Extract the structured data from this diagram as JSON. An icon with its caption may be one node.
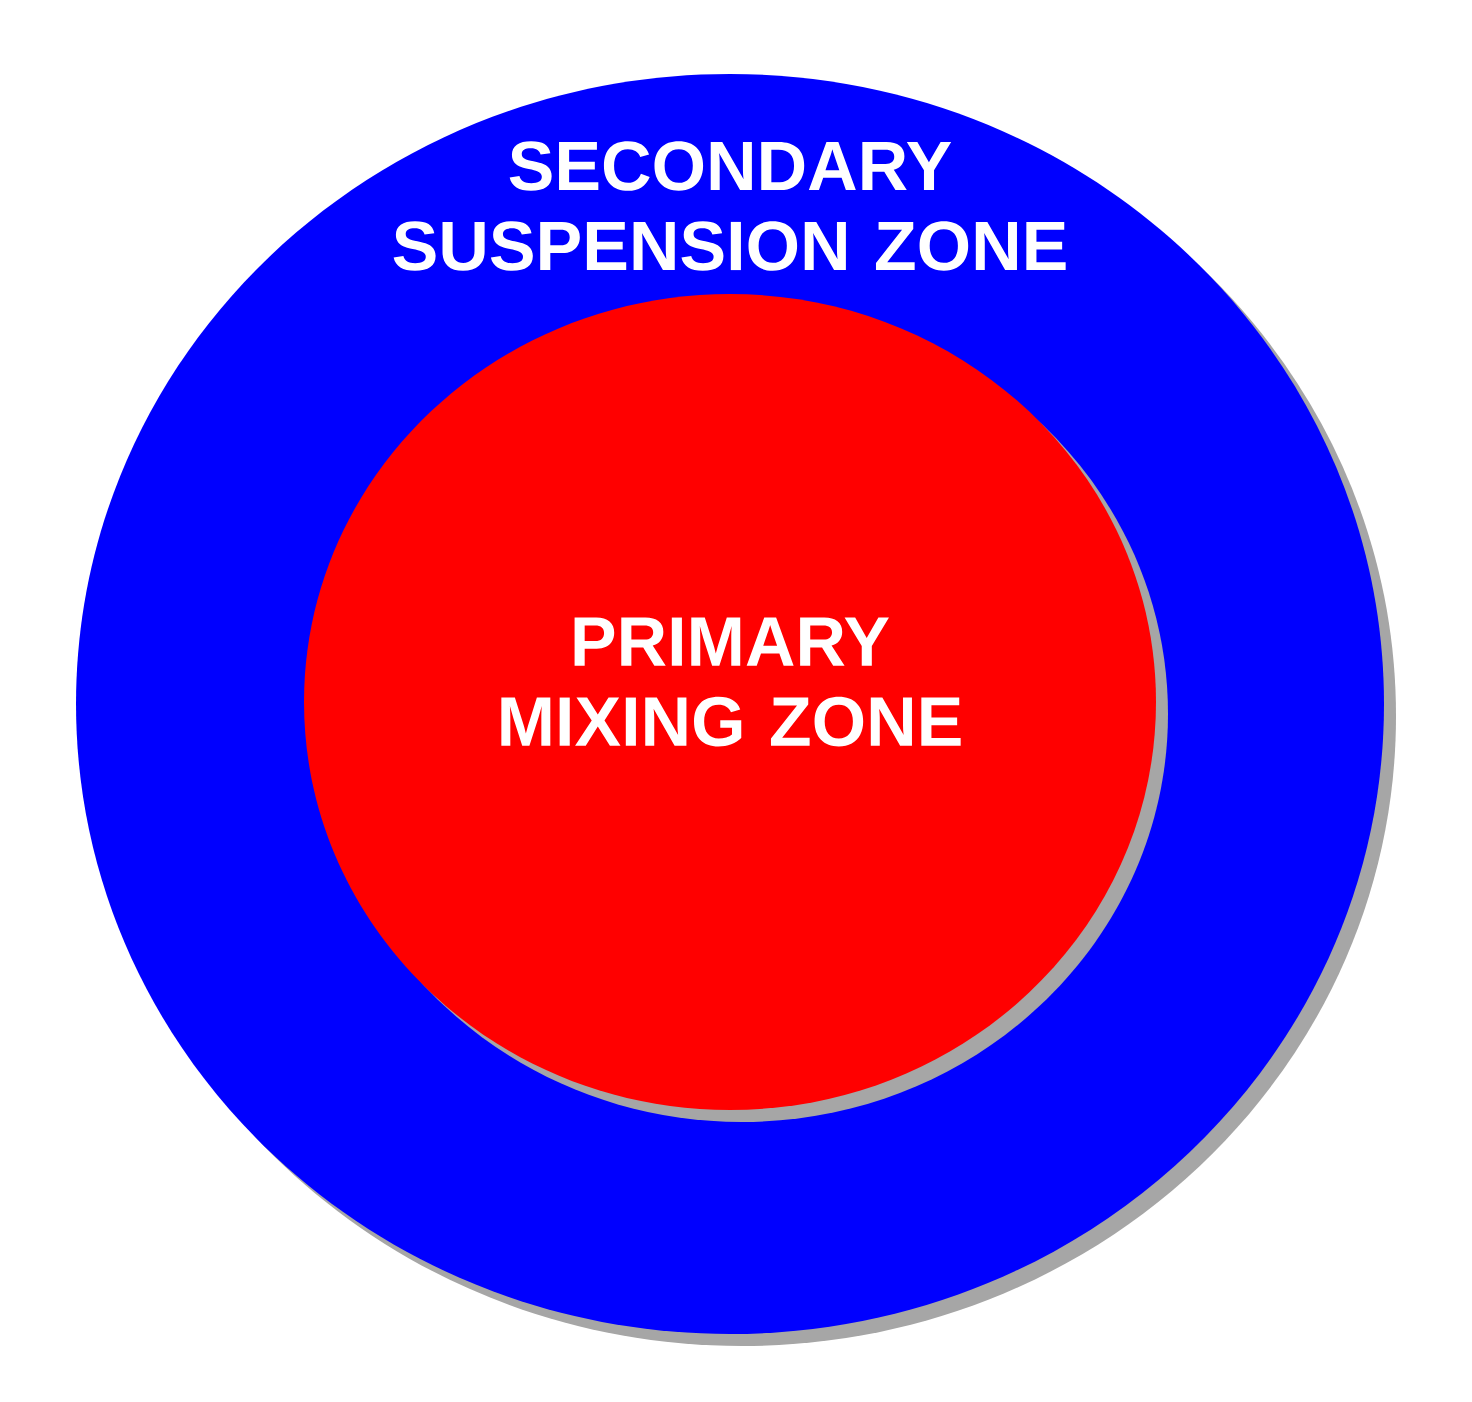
{
  "diagram": {
    "nodes": [
      {
        "text": [
          "SECONDARY SUSPENSION ZONE"
        ]
      },
      {
        "text": [
          "PRIMARY MIXING ZONE"
        ],
        "in": 0
      }
    ]
  }
}
